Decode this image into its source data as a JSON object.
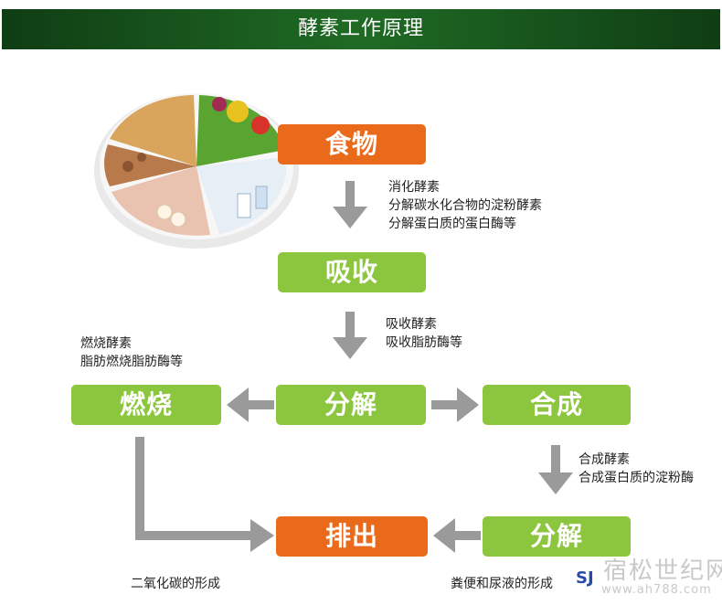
{
  "header": {
    "title": "酵素工作原理"
  },
  "nodes": {
    "food": "食物",
    "absorb": "吸收",
    "decompose": "分解",
    "burn": "燃烧",
    "synthesize": "合成",
    "decompose2": "分解",
    "excrete": "排出"
  },
  "notes": {
    "digest": [
      "消化酵素",
      "分解碳水化合物的淀粉酵素",
      "分解蛋白质的蛋白酶等"
    ],
    "absorb": [
      "吸收酵素",
      "吸收脂肪酶等"
    ],
    "burn": [
      "燃烧酵素",
      "脂肪燃烧脂肪酶等"
    ],
    "synth": [
      "合成酵素",
      "合成蛋白质的淀粉酶"
    ]
  },
  "captions": {
    "co2": "二氧化碳的形成",
    "waste": "粪便和尿液的形成"
  },
  "watermark": {
    "text": "宿松世纪网",
    "url": "www.ah788.com",
    "logo": "SJ"
  },
  "colors": {
    "green": "#8cc63f",
    "orange": "#ea6a1c",
    "arrow": "#9a9a9a",
    "header": "#1f6b24"
  }
}
